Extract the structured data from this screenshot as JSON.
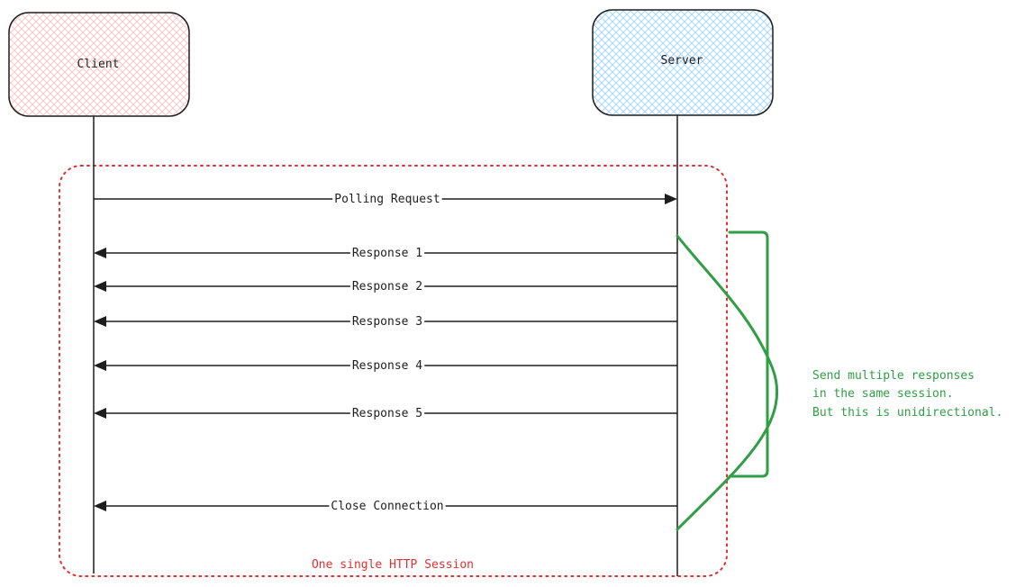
{
  "actors": {
    "client": {
      "label": "Client",
      "fill": "#ffc9c9",
      "stroke": "#1e1e1e"
    },
    "server": {
      "label": "Server",
      "fill": "#a5d8ff",
      "stroke": "#1e1e1e"
    }
  },
  "messages": [
    {
      "label": "Polling Request",
      "direction": "client-to-server"
    },
    {
      "label": "Response 1",
      "direction": "server-to-client"
    },
    {
      "label": "Response 2",
      "direction": "server-to-client"
    },
    {
      "label": "Response 3",
      "direction": "server-to-client"
    },
    {
      "label": "Response 4",
      "direction": "server-to-client"
    },
    {
      "label": "Response 5",
      "direction": "server-to-client"
    },
    {
      "label": "Close Connection",
      "direction": "server-to-client"
    }
  ],
  "session": {
    "label": "One single HTTP Session",
    "color": "#e03131"
  },
  "note": {
    "lines": [
      "Send multiple responses",
      "in the same session.",
      "But this is unidirectional."
    ],
    "color": "#2f9e44"
  },
  "colors": {
    "line": "#1e1e1e"
  }
}
